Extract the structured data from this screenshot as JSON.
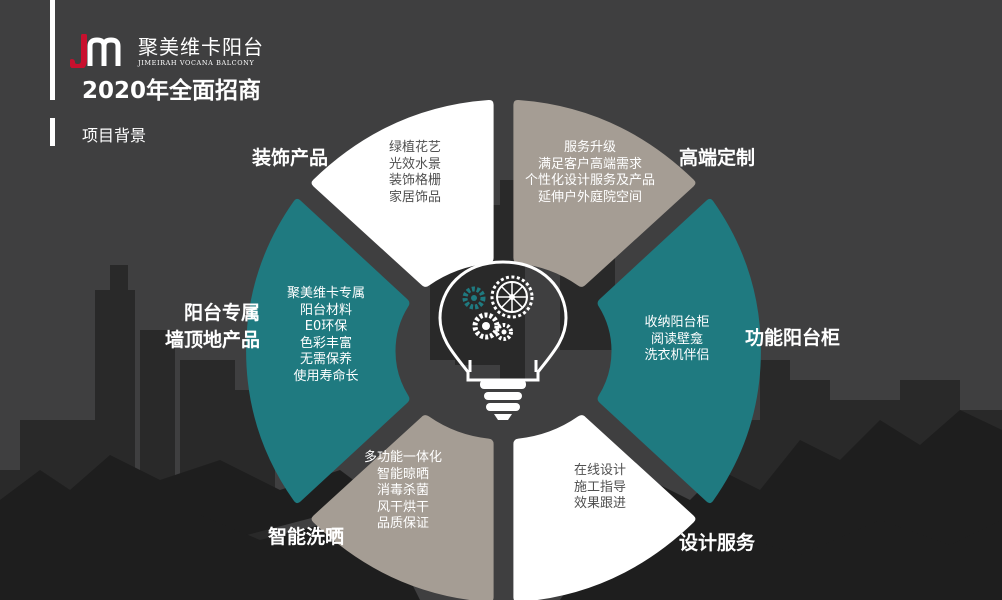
{
  "brand": {
    "name_cn": "聚美维卡阳台",
    "name_en": "JIMEIRAH VOCANA BALCONY",
    "logo_mark": "jm-logo"
  },
  "headline": "2020年全面招商",
  "section_title": "项目背景",
  "center_icon": "lightbulb-gears-icon",
  "colors": {
    "background": "#3f3f40",
    "white_segment": "#ffffff",
    "taupe_segment": "#a59d94",
    "teal_segment": "#1f7a80",
    "logo_red": "#c8102e"
  },
  "segments": [
    {
      "title": "装饰产品",
      "lines": [
        "绿植花艺",
        "光效水景",
        "装饰格栅",
        "家居饰品"
      ],
      "color": "white"
    },
    {
      "title": "高端定制",
      "lines": [
        "服务升级",
        "满足客户高端需求",
        "个性化设计服务及产品",
        "延伸户外庭院空间"
      ],
      "color": "taupe"
    },
    {
      "title": "功能阳台柜",
      "lines": [
        "收纳阳台柜",
        "阅读壁龛",
        "洗衣机伴侣"
      ],
      "color": "teal"
    },
    {
      "title": "设计服务",
      "lines": [
        "在线设计",
        "施工指导",
        "效果跟进"
      ],
      "color": "white"
    },
    {
      "title": "智能洗晒",
      "lines": [
        "多功能一体化",
        "智能晾晒",
        "消毒杀菌",
        "风干烘干",
        "品质保证"
      ],
      "color": "taupe"
    },
    {
      "title_lines": [
        "阳台专属",
        "墙顶地产品"
      ],
      "lines": [
        "聚美维卡专属",
        "阳台材料",
        "E0环保",
        "色彩丰富",
        "无需保养",
        "使用寿命长"
      ],
      "color": "teal"
    }
  ]
}
